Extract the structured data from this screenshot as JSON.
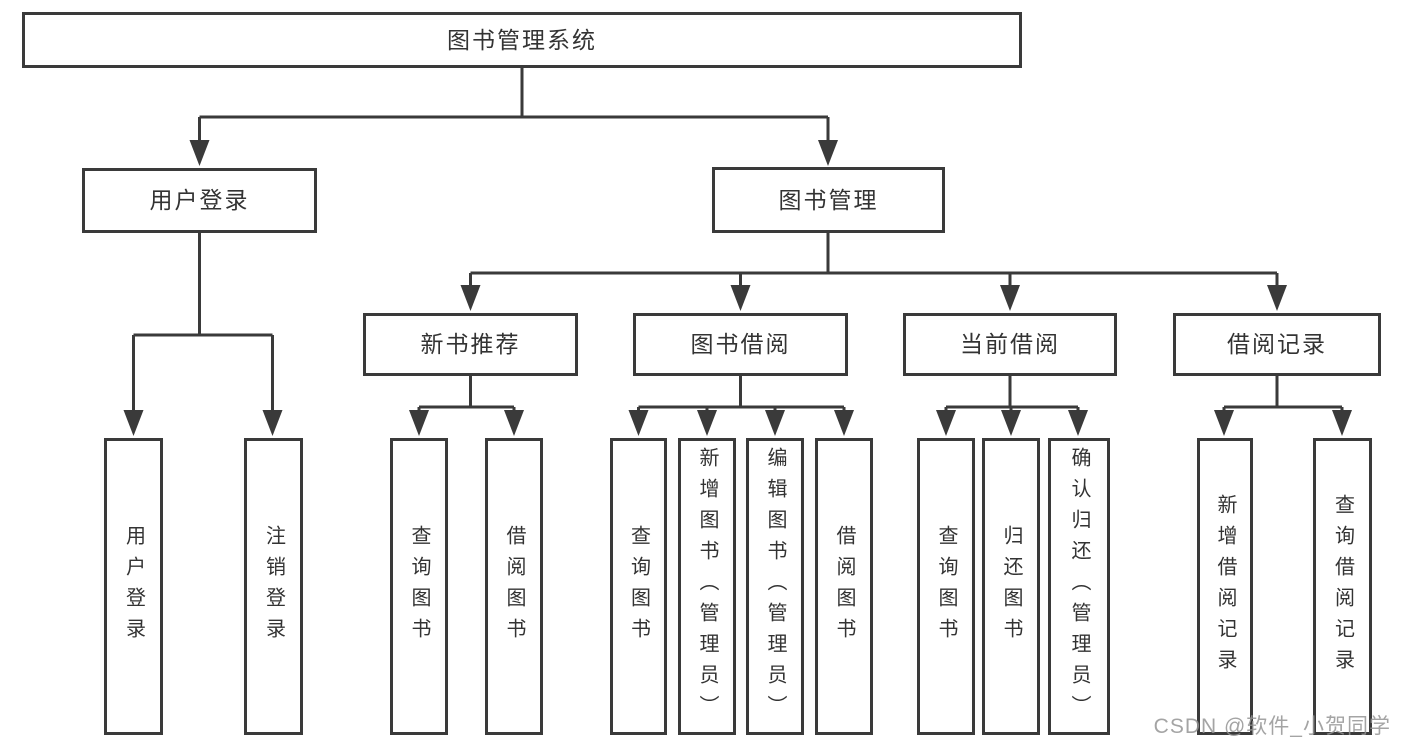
{
  "diagram": {
    "title": "图书管理系统",
    "colors": {
      "line": "#3a3a3a",
      "text": "#333333",
      "background": "#ffffff",
      "watermark": "#949494"
    },
    "nodes": {
      "root": {
        "label": "图书管理系统"
      },
      "level2": {
        "user_login": {
          "label": "用户登录"
        },
        "book_management": {
          "label": "图书管理"
        }
      },
      "level3": {
        "new_book_recommendation": {
          "label": "新书推荐"
        },
        "book_borrowing": {
          "label": "图书借阅"
        },
        "current_borrowing": {
          "label": "当前借阅"
        },
        "borrowing_records": {
          "label": "借阅记录"
        }
      },
      "leaves": {
        "user_login": {
          "label": "用户登录"
        },
        "logout": {
          "label": "注销登录"
        },
        "recommend_query_books": {
          "label": "查询图书"
        },
        "recommend_borrow_books": {
          "label": "借阅图书"
        },
        "borrow_query_books": {
          "label": "查询图书"
        },
        "borrow_add_books_admin": {
          "label": "新增图书（管理员）"
        },
        "borrow_edit_books_admin": {
          "label": "编辑图书（管理员）"
        },
        "borrow_borrow_books": {
          "label": "借阅图书"
        },
        "current_query_books": {
          "label": "查询图书"
        },
        "current_return_books": {
          "label": "归还图书"
        },
        "current_confirm_return_admin": {
          "label": "确认归还（管理员）"
        },
        "records_add_record": {
          "label": "新增借阅记录"
        },
        "records_query_record": {
          "label": "查询借阅记录"
        }
      }
    },
    "watermark": {
      "text": "CSDN @软件_小贺同学"
    }
  }
}
